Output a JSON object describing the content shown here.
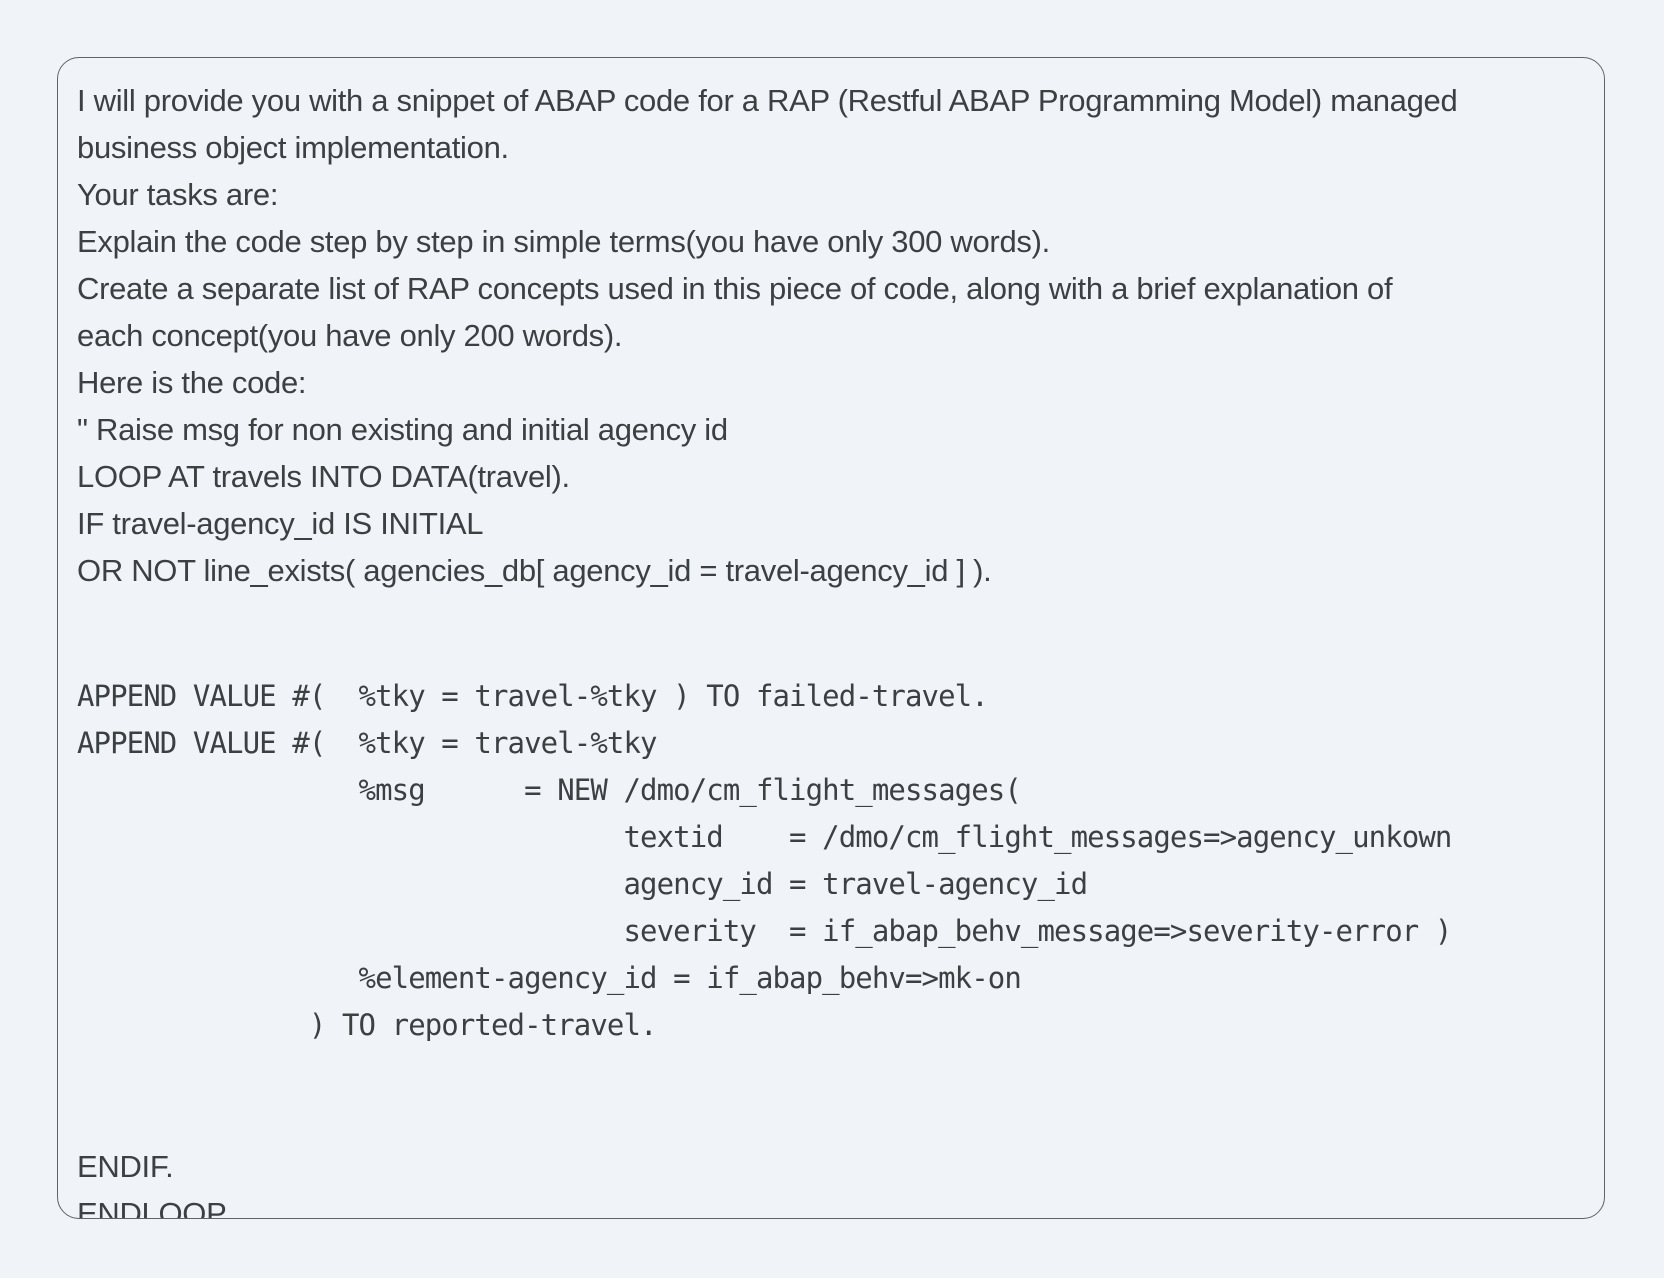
{
  "prompt": {
    "intro": [
      "I will provide you with a snippet of ABAP code for a RAP (Restful ABAP Programming Model) managed",
      "business object implementation.",
      "Your tasks are:",
      "Explain the code step by step in simple terms(you have only 300 words).",
      "Create a separate list of RAP concepts used in this piece of code, along with a brief explanation of",
      "each concept(you have only 200 words).",
      "Here is the code:",
      "\" Raise msg for non existing and initial agency id",
      "LOOP AT travels INTO DATA(travel).",
      "IF travel-agency_id IS INITIAL",
      "OR NOT line_exists( agencies_db[ agency_id = travel-agency_id ] )."
    ],
    "code": [
      "APPEND VALUE #(  %tky = travel-%tky ) TO failed-travel.",
      "APPEND VALUE #(  %tky = travel-%tky",
      "                 %msg      = NEW /dmo/cm_flight_messages(",
      "                                 textid    = /dmo/cm_flight_messages=>agency_unkown",
      "                                 agency_id = travel-agency_id",
      "                                 severity  = if_abap_behv_message=>severity-error )",
      "                 %element-agency_id = if_abap_behv=>mk-on",
      "              ) TO reported-travel."
    ],
    "outro": [
      "ENDIF.",
      "ENDLOOP."
    ]
  }
}
